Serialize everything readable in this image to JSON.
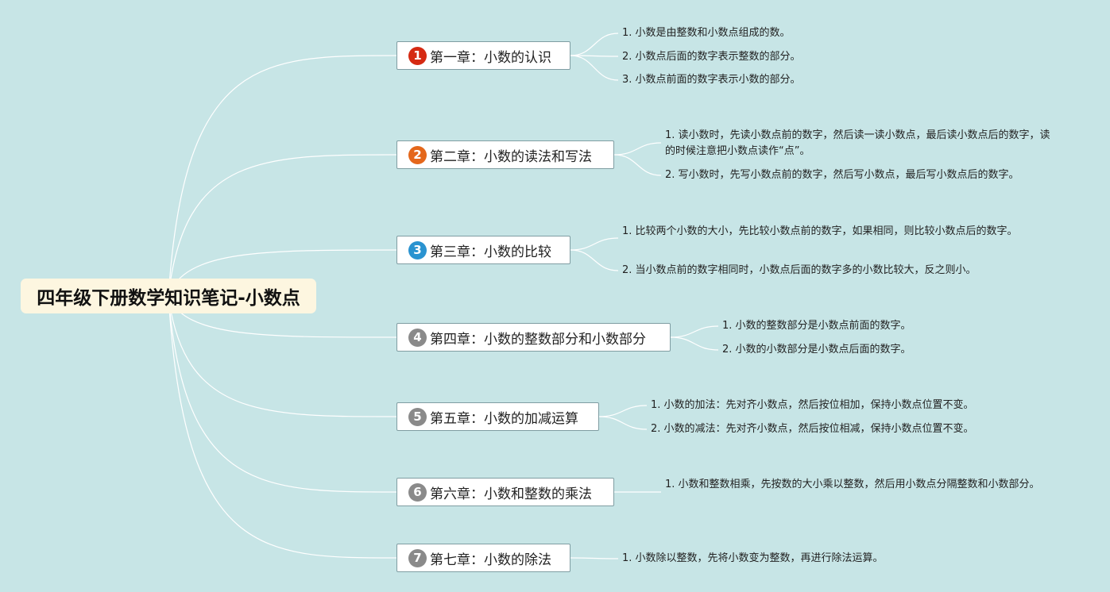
{
  "title": "四年级下册数学知识笔记-小数点",
  "chapters": [
    {
      "num": "1",
      "label": "第一章：小数的认识",
      "color": "#d52a13",
      "notes": [
        "1. 小数是由整数和小数点组成的数。",
        "2. 小数点后面的数字表示整数的部分。",
        "3. 小数点前面的数字表示小数的部分。"
      ]
    },
    {
      "num": "2",
      "label": "第二章：小数的读法和写法",
      "color": "#e4671b",
      "notes": [
        "1. 读小数时，先读小数点前的数字，然后读一读小数点，最后读小数点后的数字，读的时候注意把小数点读作“点”。",
        "2. 写小数时，先写小数点前的数字，然后写小数点，最后写小数点后的数字。"
      ]
    },
    {
      "num": "3",
      "label": "第三章：小数的比较",
      "color": "#2a93d0",
      "notes": [
        "1. 比较两个小数的大小，先比较小数点前的数字，如果相同，则比较小数点后的数字。",
        "2. 当小数点前的数字相同时，小数点后面的数字多的小数比较大，反之则小。"
      ]
    },
    {
      "num": "4",
      "label": "第四章：小数的整数部分和小数部分",
      "color": "#8a8a8a",
      "notes": [
        "1. 小数的整数部分是小数点前面的数字。",
        "2. 小数的小数部分是小数点后面的数字。"
      ]
    },
    {
      "num": "5",
      "label": "第五章：小数的加减运算",
      "color": "#8a8a8a",
      "notes": [
        "1. 小数的加法：先对齐小数点，然后按位相加，保持小数点位置不变。",
        "2. 小数的减法：先对齐小数点，然后按位相减，保持小数点位置不变。"
      ]
    },
    {
      "num": "6",
      "label": "第六章：小数和整数的乘法",
      "color": "#8a8a8a",
      "notes": [
        "1. 小数和整数相乘，先按数的大小乘以整数，然后用小数点分隔整数和小数部分。"
      ]
    },
    {
      "num": "7",
      "label": "第七章：小数的除法",
      "color": "#8a8a8a",
      "notes": [
        "1. 小数除以整数，先将小数变为整数，再进行除法运算。"
      ]
    }
  ]
}
